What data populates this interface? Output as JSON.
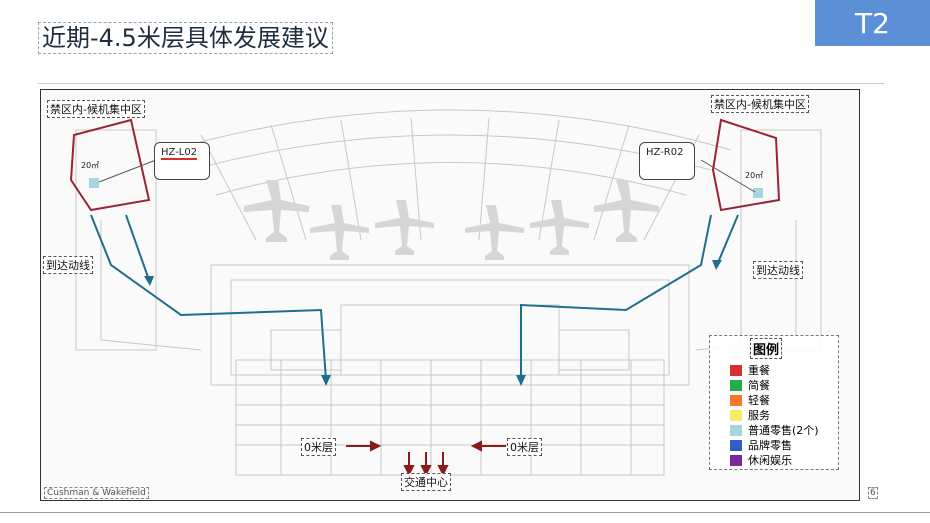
{
  "slide": {
    "title": "近期-4.5米层具体发展建议",
    "badge": "T2",
    "footer_left": "Cushman & Wakefield",
    "page_number": "6"
  },
  "plan": {
    "zone_left": "禁区内-候机集中区",
    "zone_right": "禁区内-候机集中区",
    "arrival_left": "到达动线",
    "arrival_right": "到达动线",
    "callout_left": "HZ-L02",
    "callout_right": "HZ-R02",
    "area_left": "20㎡",
    "area_right": "20㎡",
    "floor_left": "0米层",
    "floor_right": "0米层",
    "hub": "交通中心"
  },
  "legend": {
    "title": "图例",
    "items": [
      {
        "label": "重餐",
        "color": "#d62f2f"
      },
      {
        "label": "简餐",
        "color": "#2aa84a"
      },
      {
        "label": "轻餐",
        "color": "#f07a2a"
      },
      {
        "label": "服务",
        "color": "#f2ee6a"
      },
      {
        "label": "普通零售(2个)",
        "color": "#a6d4e0"
      },
      {
        "label": "品牌零售",
        "color": "#2f5fc4"
      },
      {
        "label": "休闲娱乐",
        "color": "#7a2a9a"
      }
    ]
  },
  "colors": {
    "flow_line": "#1f6f8b",
    "zone_outline": "#9b2335",
    "arrow": "#8b1a1a",
    "badge": "#5b8fd6"
  }
}
